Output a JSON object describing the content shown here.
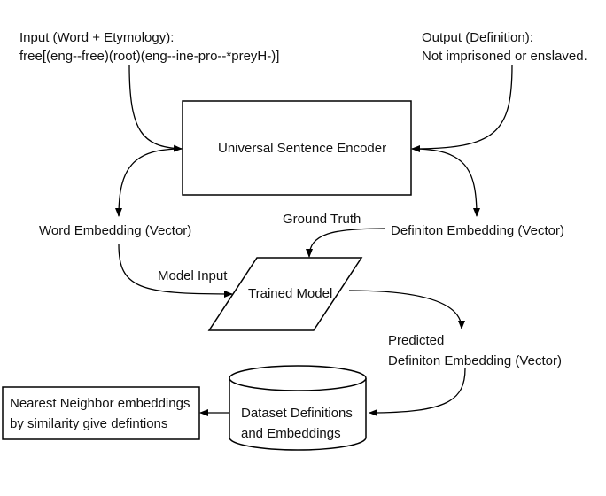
{
  "input": {
    "heading": "Input (Word + Etymology):",
    "value": "free[(eng--free)(root)(eng--ine-pro--*preyH-)]"
  },
  "output": {
    "heading": "Output (Definition):",
    "value": "Not imprisoned or enslaved."
  },
  "encoder": {
    "label": "Universal Sentence Encoder"
  },
  "word_embedding": {
    "label": "Word Embedding (Vector)"
  },
  "definition_embedding": {
    "label": "Definiton Embedding (Vector)"
  },
  "ground_truth": {
    "label": "Ground Truth"
  },
  "model_input": {
    "label": "Model Input"
  },
  "trained_model": {
    "label": "Trained Model"
  },
  "predicted": {
    "line1": "Predicted",
    "line2": "Definiton Embedding (Vector)"
  },
  "dataset": {
    "line1": "Dataset Definitions",
    "line2": "and Embeddings"
  },
  "nearest": {
    "line1": "Nearest Neighbor embeddings",
    "line2": "by similarity give defintions"
  },
  "colors": {
    "stroke": "#000000",
    "text": "#111111",
    "background": "#ffffff"
  }
}
